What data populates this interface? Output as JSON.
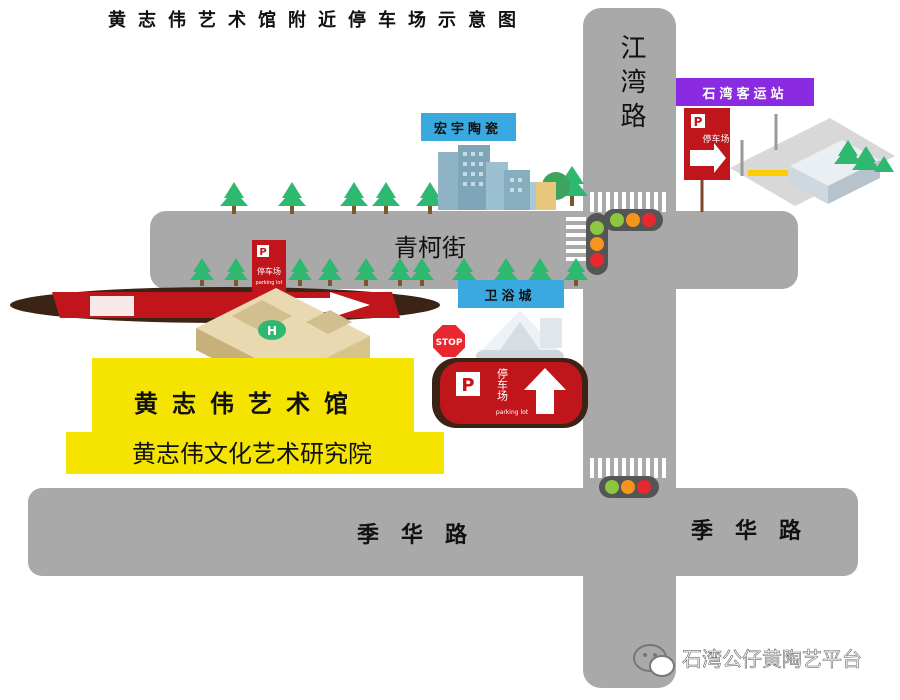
{
  "title": "黄志伟艺术馆附近停车场示意图",
  "roads": {
    "qingke_street": "青柯街",
    "jiangwan_road": "江湾路",
    "jihua_road_west": "季华路",
    "jihua_road_east": "季华路"
  },
  "landmarks": {
    "hongyu_ceramics": "宏宇陶瓷",
    "shiwan_bus_station": "石湾客运站",
    "bathroom_city": "卫浴城",
    "art_museum": "黄志伟艺术馆",
    "research_institute": "黄志伟文化艺术研究院"
  },
  "parking": {
    "parking_cn": "停车场",
    "parking_en": "parking lot",
    "p_letter": "P",
    "stop_sign": "STOP",
    "helipad": "H"
  },
  "watermark": "石湾公仔黄陶艺平台",
  "colors": {
    "road": "#a9a9a9",
    "parking_red": "#c0161b",
    "label_blue": "#3aa9e0",
    "label_purple": "#8a2be2",
    "museum_yellow": "#f5e400",
    "tree_green": "#2fb870"
  }
}
